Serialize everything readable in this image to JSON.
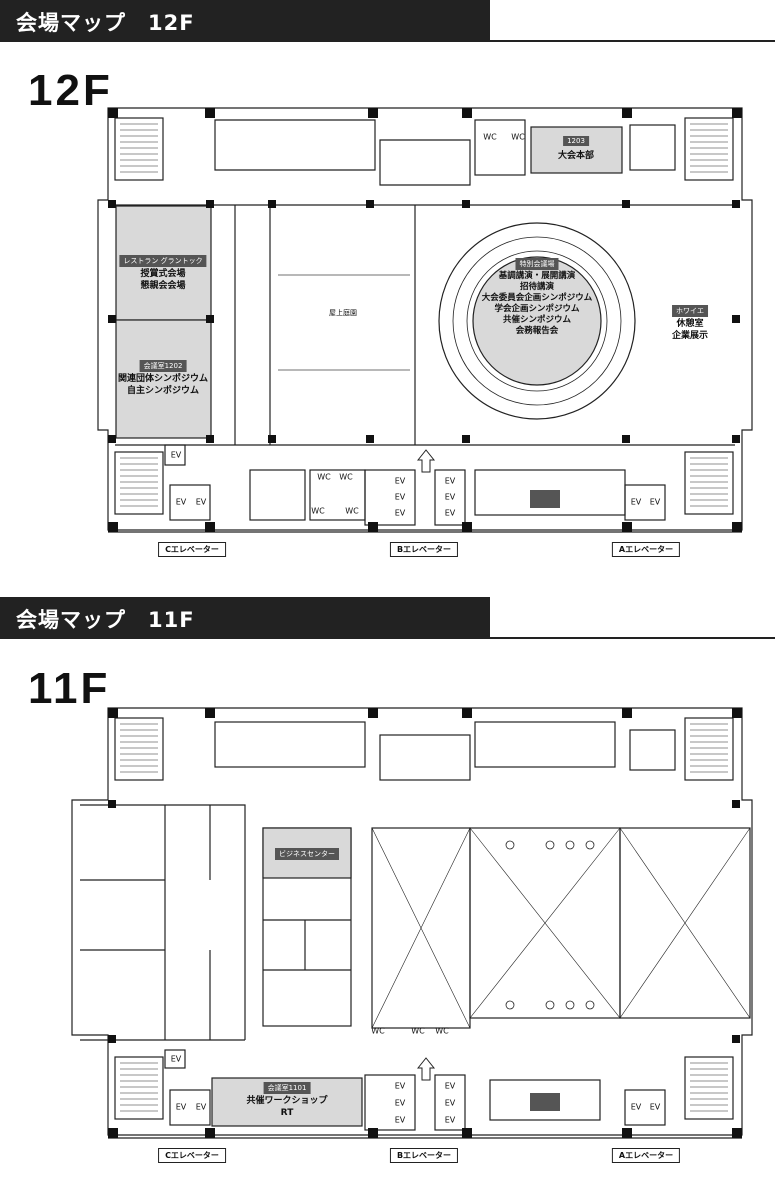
{
  "sections": [
    {
      "header": "会場マップ　12F",
      "floor": "12F",
      "rooms": {
        "room_1203_tag": "1203",
        "room_1203_name": "大会本部",
        "restaurant_tag": "レストラン グラントック",
        "restaurant_lines": "授賞式会場\n懇親会会場",
        "room_1202_tag": "会議室1202",
        "room_1202_lines": "関連団体シンポジウム\n自主シンポジウム",
        "rooftop": "屋上庭園",
        "special_tag": "特別会議場",
        "special_lines": "基調講演・展開講演\n招待講演\n大会委員会企画シンポジウム\n学会企画シンポジウム\n共催シンポジウム\n会務報告会",
        "foyer_tag": "ホワイエ",
        "foyer_lines": "休憩室\n企業展示"
      },
      "elevators": {
        "c": "Cエレベーター",
        "b": "Bエレベーター",
        "a": "Aエレベーター"
      },
      "wc": "WC",
      "ev": "EV"
    },
    {
      "header": "会場マップ　11F",
      "floor": "11F",
      "rooms": {
        "business_tag": "ビジネスセンター",
        "room_1101_tag": "会議室1101",
        "room_1101_lines": "共催ワークショップ\nRT"
      },
      "elevators": {
        "c": "Cエレベーター",
        "b": "Bエレベーター",
        "a": "Aエレベーター"
      },
      "wc": "WC",
      "ev": "EV"
    }
  ],
  "colors": {
    "header_bg": "#222222",
    "room_fill": "#d9d9d9",
    "tag_bg": "#555555",
    "line": "#222222"
  }
}
